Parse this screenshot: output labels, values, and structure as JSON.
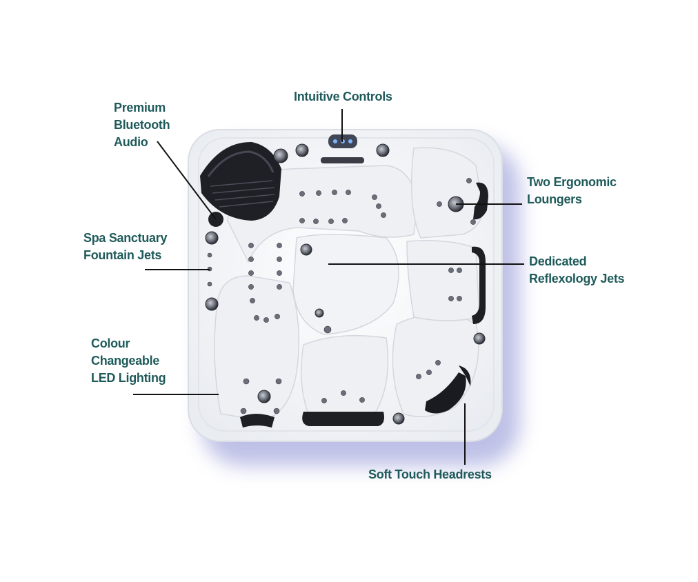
{
  "colors": {
    "label_text": "#1f5a5a",
    "leader_line": "#111111",
    "shell": "#f4f6f8",
    "shell_shadow": "#a9acdf",
    "hardware": "#1e1f24"
  },
  "callouts": {
    "intuitive_controls": [
      "Intuitive Controls"
    ],
    "bluetooth_audio": [
      "Premium",
      "Bluetooth",
      "Audio"
    ],
    "two_loungers": [
      "Two Ergonomic",
      "Loungers"
    ],
    "fountain_jets": [
      "Spa Sanctuary",
      "Fountain Jets"
    ],
    "reflexology_jets": [
      "Dedicated",
      "Reflexology Jets"
    ],
    "led_lighting": [
      "Colour",
      "Changeable",
      "LED Lighting"
    ],
    "headrests": [
      "Soft Touch Headrests"
    ]
  }
}
